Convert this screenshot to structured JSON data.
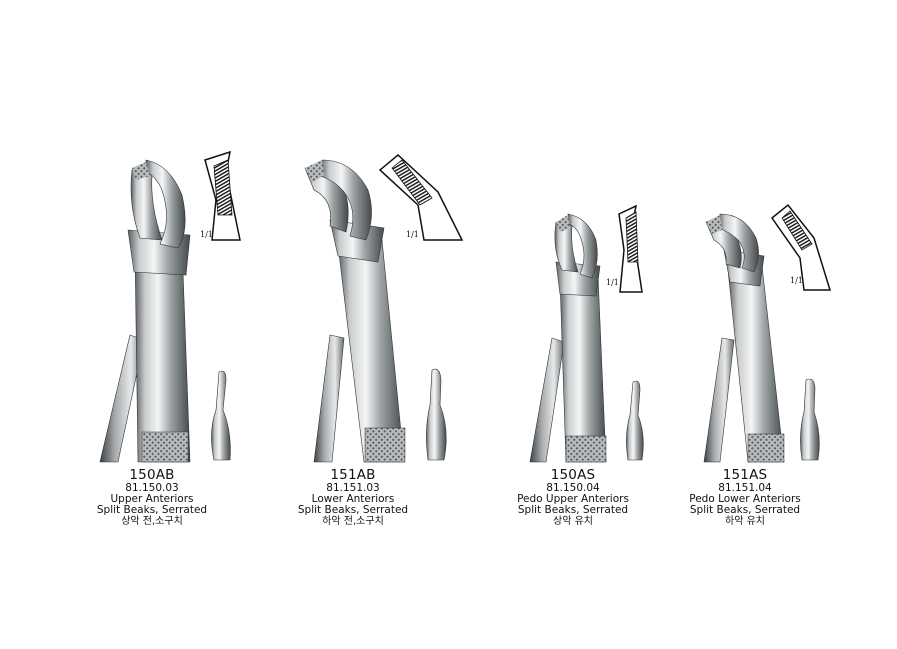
{
  "products": [
    {
      "code": "150AB",
      "ref": "81.150.03",
      "use": "Upper Anteriors",
      "feature": "Split Beaks, Serrated",
      "korean": "상악 전,소구치",
      "scale": "1/1"
    },
    {
      "code": "151AB",
      "ref": "81.151.03",
      "use": "Lower Anteriors",
      "feature": "Split Beaks, Serrated",
      "korean": "하악 전,소구치",
      "scale": "1/1"
    },
    {
      "code": "150AS",
      "ref": "81.150.04",
      "use": "Pedo Upper Anteriors",
      "feature": "Split Beaks, Serrated",
      "korean": "상악 유치",
      "scale": "1/1"
    },
    {
      "code": "151AS",
      "ref": "81.151.04",
      "use": "Pedo Lower Anteriors",
      "feature": "Split Beaks, Serrated",
      "korean": "하악 유치",
      "scale": "1/1"
    }
  ]
}
